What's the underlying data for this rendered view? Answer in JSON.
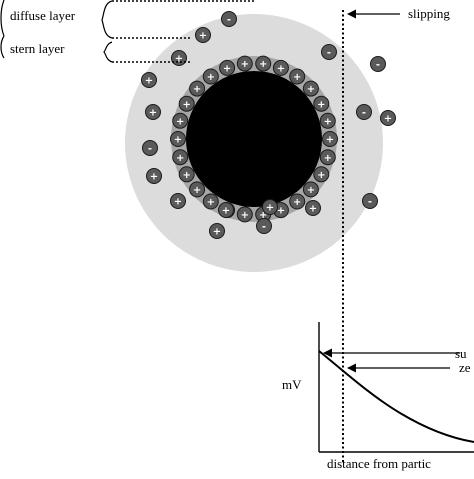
{
  "labels": {
    "diffuse_layer": "diffuse layer",
    "stern_layer": "stern layer",
    "slipping": "slipping",
    "mv": "mV",
    "distance": "distance from partic",
    "surface": "su",
    "zeta": "ze"
  },
  "signs": {
    "positive": "+",
    "negative": "-"
  },
  "colors": {
    "particle": "#000000",
    "stern_ring": "#a6a6a6",
    "diffuse_halo": "#dcdcdc",
    "ion_fill": "#5a5a5a",
    "ion_stroke": "#1a1a1a"
  },
  "potential_curve": {
    "x_label": "distance from partic",
    "y_label": "mV",
    "shape": "exponential decay",
    "markers": [
      "su",
      "ze"
    ]
  }
}
